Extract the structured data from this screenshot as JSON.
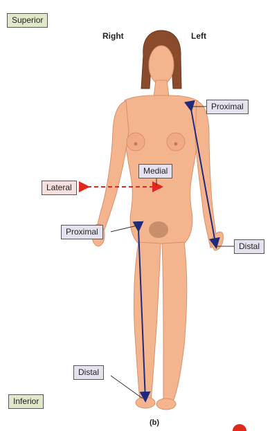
{
  "labels": {
    "superior": "Superior",
    "inferior": "Inferior",
    "right": "Right",
    "left": "Left",
    "proximal_left_arm": "Proximal",
    "distal_left_arm": "Distal",
    "medial": "Medial",
    "lateral": "Lateral",
    "proximal_right_leg": "Proximal",
    "distal_right_leg": "Distal",
    "caption": "(b)"
  },
  "colors": {
    "skin": "#f3b48e",
    "skin_shade": "#d9906a",
    "hair": "#8a4a2c",
    "arrow_solid": "#1f2a7a",
    "arrow_dashed": "#e0281f",
    "box_green": "#dfe9c9",
    "box_lavender": "#e6e1ef",
    "box_pink": "#f6dfde"
  }
}
